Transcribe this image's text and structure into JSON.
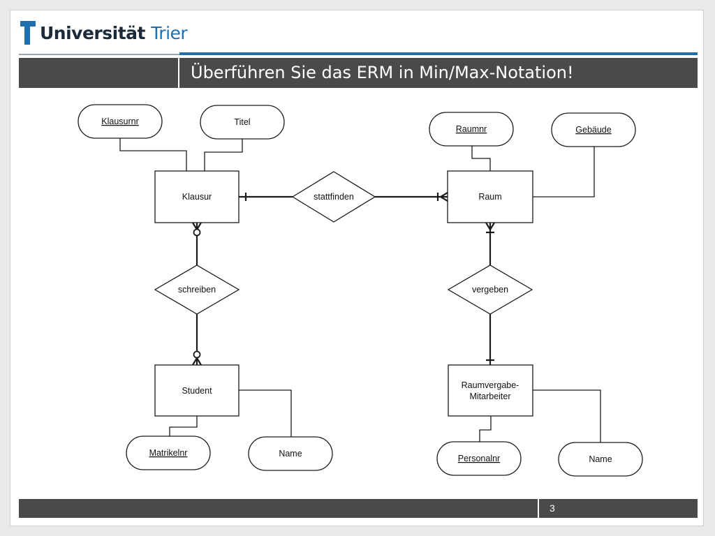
{
  "header": {
    "logo_text_main": "Universität",
    "logo_text_accent": "Trier",
    "colors": {
      "accent": "#1f6faf",
      "bar": "#4a4a4a"
    }
  },
  "slide": {
    "title": "Überführen Sie das ERM in Min/Max-Notation!",
    "page_number": "3"
  },
  "diagram": {
    "entities": {
      "klausur": "Klausur",
      "raum": "Raum",
      "student": "Student",
      "raumvergabe_line1": "Raumvergabe-",
      "raumvergabe_line2": "Mitarbeiter"
    },
    "relationships": {
      "stattfinden": "stattfinden",
      "schreiben": "schreiben",
      "vergeben": "vergeben"
    },
    "attributes": {
      "klausurnr": "Klausurnr",
      "titel": "Titel",
      "raumnr": "Raumnr",
      "gebaeude": "Gebäude",
      "matrikelnr": "Matrikelnr",
      "student_name": "Name",
      "personalnr": "Personalnr",
      "mitarbeiter_name": "Name"
    }
  }
}
